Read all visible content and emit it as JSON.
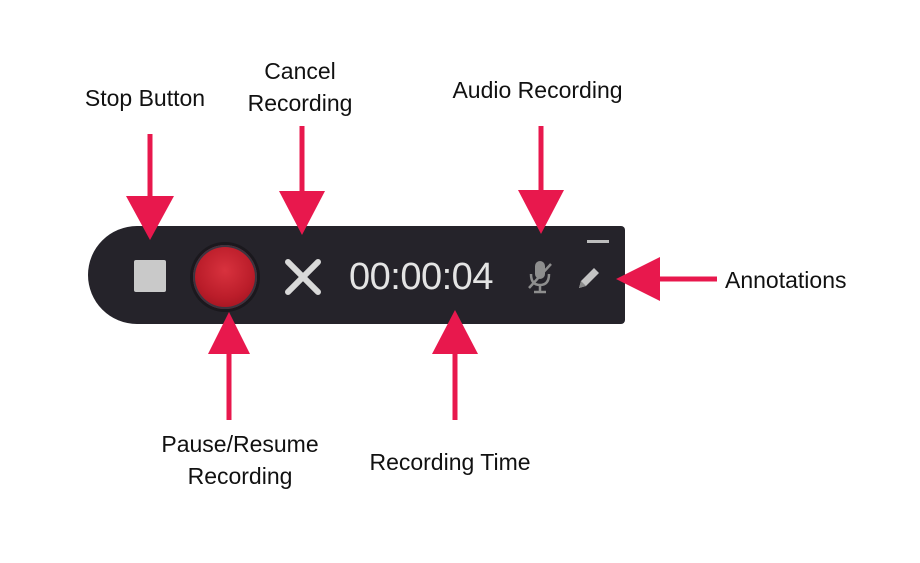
{
  "callouts": {
    "stop": {
      "lines": [
        "Stop Button"
      ]
    },
    "cancel": {
      "lines": [
        "Cancel",
        "Recording"
      ]
    },
    "audio": {
      "lines": [
        "Audio Recording"
      ]
    },
    "annotations": {
      "lines": [
        "Annotations"
      ]
    },
    "pause": {
      "lines": [
        "Pause/Resume",
        "Recording"
      ]
    },
    "time": {
      "lines": [
        "Recording Time"
      ]
    }
  },
  "toolbar": {
    "timer": "00:00:04",
    "icons": {
      "stop": "stop-square-icon",
      "record": "record-circle-icon",
      "cancel": "close-x-icon",
      "audio": "microphone-muted-icon",
      "annotations": "pencil-icon",
      "minimize": "minimize-dash-icon"
    }
  },
  "colors": {
    "arrow": "#e8184d",
    "toolbar_bg": "#25232a",
    "record_button": "#c21f2d",
    "icon_gray": "#bdbdbd",
    "timer_text": "#e4e4e4",
    "label_text": "#111111"
  }
}
